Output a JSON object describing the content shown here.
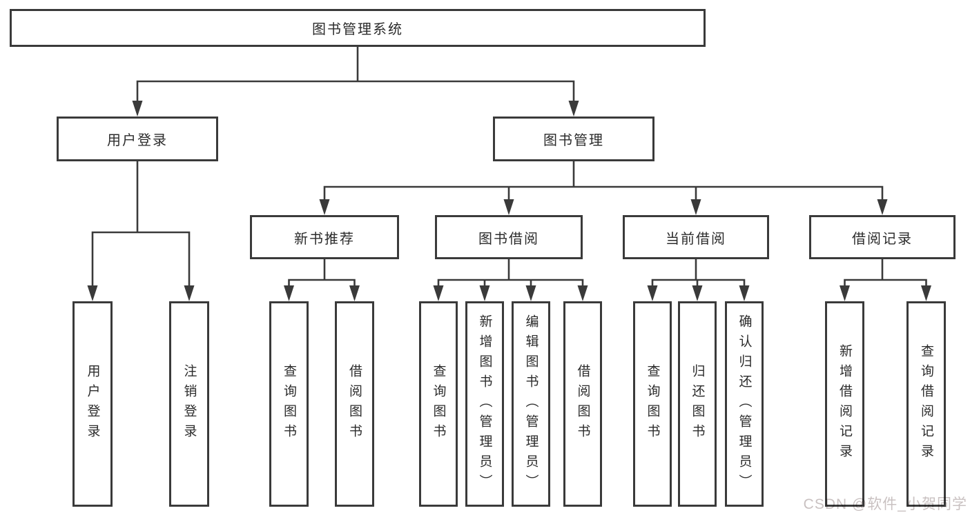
{
  "diagram": {
    "type": "hierarchy-tree",
    "root": {
      "label": "图书管理系统"
    },
    "children": [
      {
        "label": "用户登录",
        "children": [
          {
            "label": "用户登录"
          },
          {
            "label": "注销登录"
          }
        ]
      },
      {
        "label": "图书管理",
        "children": [
          {
            "label": "新书推荐",
            "children": [
              {
                "label": "查询图书"
              },
              {
                "label": "借阅图书"
              }
            ]
          },
          {
            "label": "图书借阅",
            "children": [
              {
                "label": "查询图书"
              },
              {
                "label": "新增图书（管理员）"
              },
              {
                "label": "编辑图书（管理员）"
              },
              {
                "label": "借阅图书"
              }
            ]
          },
          {
            "label": "当前借阅",
            "children": [
              {
                "label": "查询图书"
              },
              {
                "label": "归还图书"
              },
              {
                "label": "确认归还（管理员）"
              }
            ]
          },
          {
            "label": "借阅记录",
            "children": [
              {
                "label": "新增借阅记录"
              },
              {
                "label": "查询借阅记录"
              }
            ]
          }
        ]
      }
    ]
  },
  "watermark": {
    "text": "CSDN @软件_小贺同学"
  },
  "colors": {
    "line": "#3a3a3a",
    "box_fill": "#ffffff",
    "text": "#2b2b2b",
    "bg": "#ffffff",
    "watermark": "#c9c1c1"
  }
}
